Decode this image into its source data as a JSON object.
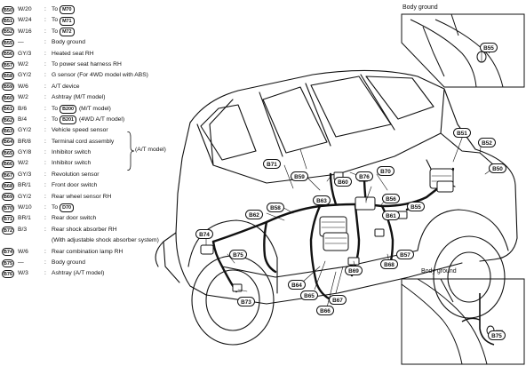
{
  "legend": [
    {
      "code": "B50",
      "wire": "W/20",
      "desc": "To",
      "ref": "M70"
    },
    {
      "code": "B51",
      "wire": "W/24",
      "desc": "To",
      "ref": "M71"
    },
    {
      "code": "B52",
      "wire": "W/16",
      "desc": "To",
      "ref": "M72"
    },
    {
      "code": "B55",
      "wire": "—",
      "desc": "Body ground"
    },
    {
      "code": "B56",
      "wire": "GY/3",
      "desc": "Heated seat RH"
    },
    {
      "code": "B57",
      "wire": "W/2",
      "desc": "To power seat harness RH"
    },
    {
      "code": "B58",
      "wire": "GY/2",
      "desc": "G sensor (For 4WD model with ABS)"
    },
    {
      "code": "B59",
      "wire": "W/6",
      "desc": "A/T device"
    },
    {
      "code": "B60",
      "wire": "W/2",
      "desc": "Ashtray (M/T model)"
    },
    {
      "code": "B61",
      "wire": "B/6",
      "desc": "To",
      "ref": "B200",
      "desc_after": "(M/T model)"
    },
    {
      "code": "B62",
      "wire": "B/4",
      "desc": "To",
      "ref": "B201",
      "desc_after": "(4WD A/T model)"
    },
    {
      "code": "B63",
      "wire": "GY/2",
      "desc": "Vehicle speed sensor"
    },
    {
      "code": "B64",
      "wire": "BR/8",
      "desc": "Terminal cord assembly"
    },
    {
      "code": "B65",
      "wire": "GY/8",
      "desc": "Inhibitor switch"
    },
    {
      "code": "B66",
      "wire": "W/2",
      "desc": "Inhibitor switch"
    },
    {
      "code": "B67",
      "wire": "GY/3",
      "desc": "Revolution sensor"
    },
    {
      "code": "B68",
      "wire": "BR/1",
      "desc": "Front door switch"
    },
    {
      "code": "B69",
      "wire": "GY/2",
      "desc": "Rear wheel sensor RH"
    },
    {
      "code": "B70",
      "wire": "W/10",
      "desc": "To",
      "ref": "D70"
    },
    {
      "code": "B71",
      "wire": "BR/1",
      "desc": "Rear door switch"
    },
    {
      "code": "B72",
      "wire": "B/3",
      "desc": "Rear shock absorber RH"
    },
    {
      "code": "",
      "wire": "",
      "desc": "(With adjustable shock absorber system)"
    },
    {
      "code": "B74",
      "wire": "W/6",
      "desc": "Rear combination lamp RH"
    },
    {
      "code": "B75",
      "wire": "—",
      "desc": "Body ground"
    },
    {
      "code": "B76",
      "wire": "W/3",
      "desc": "Ashtray (A/T model)"
    }
  ],
  "bracket_label": "(A/T model)",
  "callouts": {
    "b51": "B51",
    "b52": "B52",
    "b50": "B50",
    "b71": "B71",
    "b59": "B59",
    "b60": "B60",
    "b76": "B76",
    "b70": "B70",
    "b63": "B63",
    "b58": "B58",
    "b62": "B62",
    "b56": "B56",
    "b55": "B55",
    "b74": "B74",
    "b61": "B61",
    "b57": "B57",
    "b68": "B68",
    "b75": "B75",
    "b64": "B64",
    "b69": "B69",
    "b65": "B65",
    "b67": "B67",
    "b66": "B66",
    "b73": "B73",
    "inset_top_b55": "B55",
    "inset_bottom_b75": "B75"
  },
  "insets": {
    "top_title": "Body ground",
    "bottom_title": "Body ground"
  }
}
